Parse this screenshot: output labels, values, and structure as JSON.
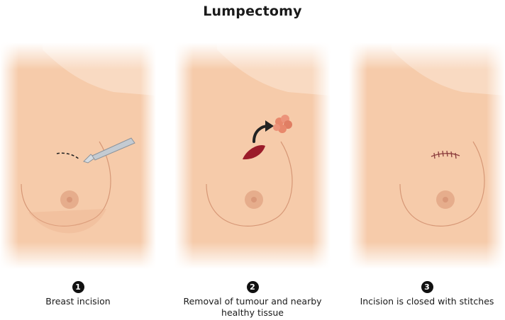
{
  "title": "Lumpectomy",
  "steps": [
    {
      "number": "1",
      "label": "Breast incision"
    },
    {
      "number": "2",
      "label": "Removal of tumour and nearby healthy tissue"
    },
    {
      "number": "3",
      "label": "Incision is closed with stitches"
    }
  ],
  "colors": {
    "skin": "#f6cbaa",
    "skin_shadow": "#e3a57e",
    "outline": "#d69776",
    "areola": "#e6ad8c",
    "wound": "#9b1c2a",
    "tumour": "#e8886c",
    "arrow": "#222222",
    "stitches": "#8a3b3b"
  }
}
